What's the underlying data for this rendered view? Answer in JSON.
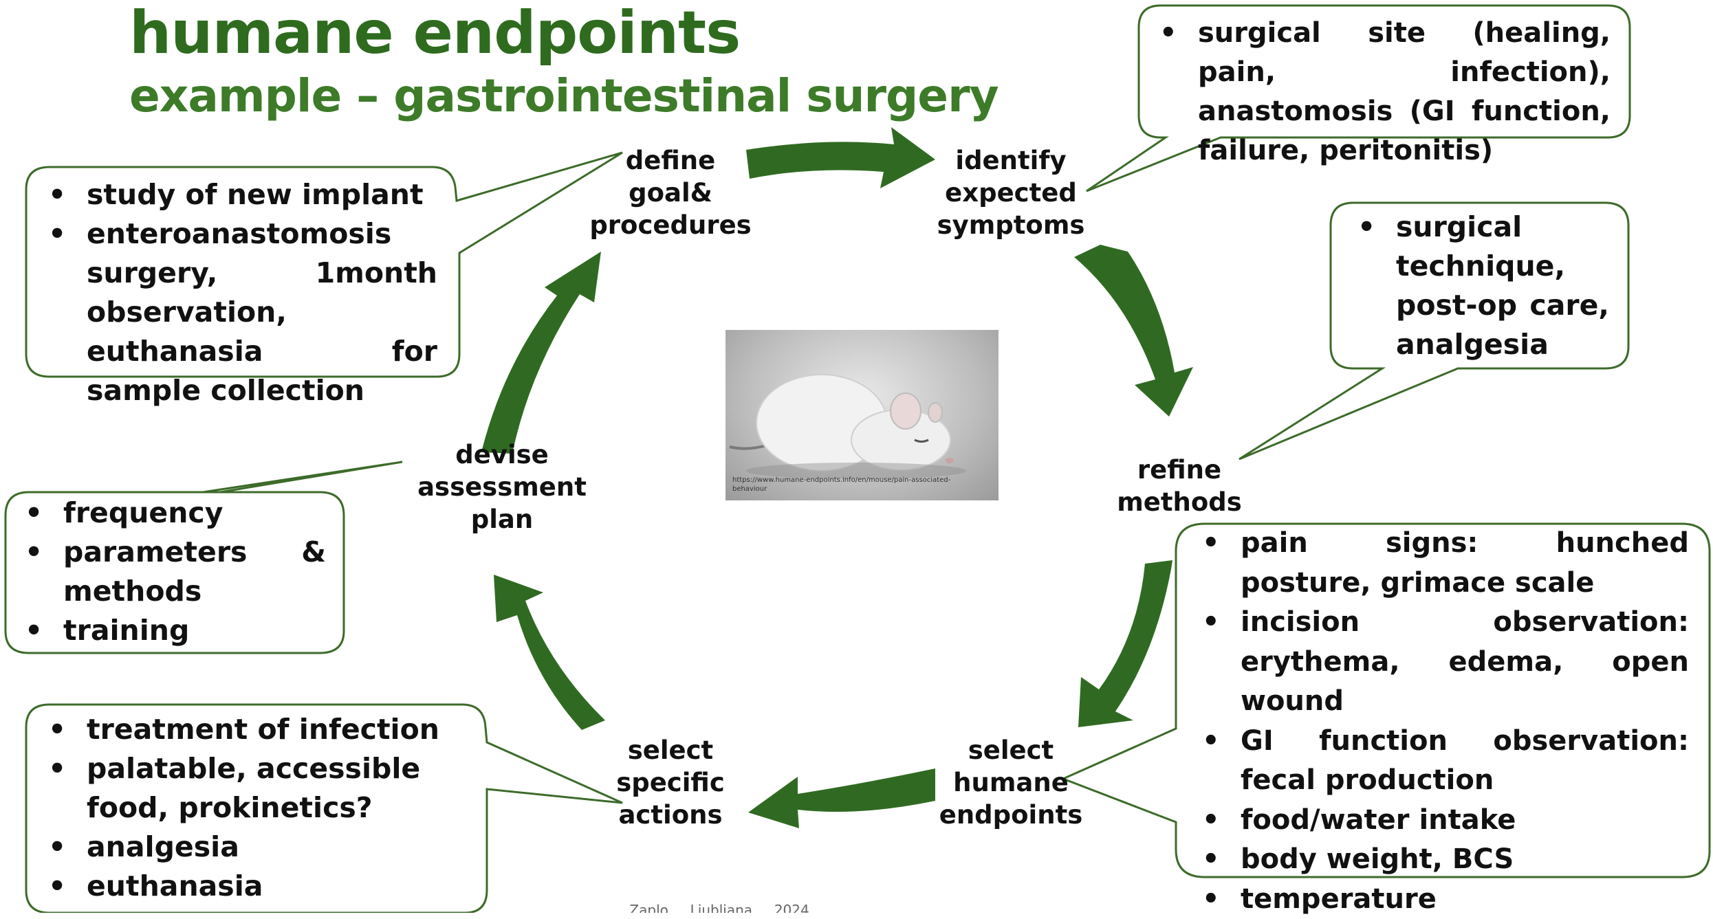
{
  "title": "humane endpoints",
  "subtitle": "example – gastrointestinal surgery",
  "colors": {
    "accent": "#2f6b1f",
    "arrow": "#306a22",
    "bubble_border": "#3d6b2a"
  },
  "stages": {
    "define": [
      "define",
      "goal&",
      "procedures"
    ],
    "identify": [
      "identify",
      "expected",
      "symptoms"
    ],
    "refine": [
      "refine",
      "methods"
    ],
    "humane": [
      "select",
      "humane",
      "endpoints"
    ],
    "actions": [
      "select",
      "specific",
      "actions"
    ],
    "devise": [
      "devise",
      "assessment",
      "plan"
    ]
  },
  "bubbles": {
    "goal": [
      "study of new implant",
      "enteroanastomosis surgery, 1month observation, euthanasia for sample collection"
    ],
    "symptoms": [
      "surgical site (healing, pain, infection), anastomosis (GI function, failure, peritonitis)"
    ],
    "methods": [
      "surgical technique, post-op care, analgesia"
    ],
    "endpoints": [
      "pain signs: hunched posture, grimace scale",
      "incision observation: erythema, edema, open wound",
      "GI function observation: fecal production",
      "food/water intake",
      "body weight, BCS",
      "temperature"
    ],
    "actions": [
      "treatment of infection",
      "palatable, accessible food, prokinetics?",
      "analgesia",
      "euthanasia"
    ],
    "assessment": [
      "frequency",
      "parameters & methods",
      "training"
    ]
  },
  "image": {
    "subject": "white mouse in hunched posture",
    "caption": "https://www.humane-endpoints.info/en/mouse/pain-associated-behaviour"
  },
  "footer": "... Zaplo ... Ljubljana ... 2024"
}
